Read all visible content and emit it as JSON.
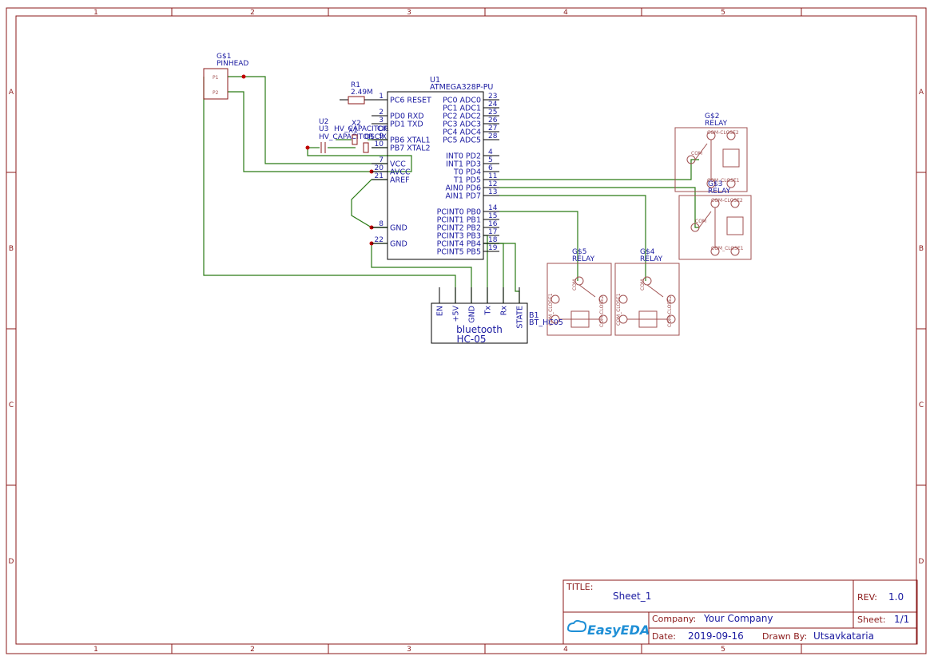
{
  "frame": {
    "columns": [
      "1",
      "2",
      "3",
      "4",
      "5"
    ],
    "rows": [
      "A",
      "B",
      "C",
      "D"
    ]
  },
  "components": {
    "g1": {
      "ref": "G$1",
      "value": "PINHEAD",
      "pins": [
        "P1",
        "P2"
      ]
    },
    "r1": {
      "ref": "R1",
      "value": "2.49M"
    },
    "u2": {
      "ref": "U2",
      "value": "HV_CAPACITOR"
    },
    "u3": {
      "ref": "U3",
      "value": "HV_CAPACITOR"
    },
    "x2": {
      "ref": "X2",
      "value": "CX"
    },
    "x1": {
      "ref": "X1",
      "value": "OSCIX"
    },
    "u1": {
      "ref": "U1",
      "value": "ATMEGA328P-PU",
      "left_pins": [
        {
          "num": "1",
          "name": "PC6 RESET"
        },
        {
          "num": "2",
          "name": "PD0 RXD"
        },
        {
          "num": "3",
          "name": "PD1 TXD"
        },
        {
          "num": "9",
          "name": "PB6 XTAL1"
        },
        {
          "num": "10",
          "name": "PB7 XTAL2"
        },
        {
          "num": "7",
          "name": "VCC"
        },
        {
          "num": "20",
          "name": "AVCC"
        },
        {
          "num": "21",
          "name": "AREF"
        },
        {
          "num": "8",
          "name": "GND"
        },
        {
          "num": "22",
          "name": "GND"
        }
      ],
      "right_pins": [
        {
          "num": "23",
          "name": "PC0 ADC0"
        },
        {
          "num": "24",
          "name": "PC1 ADC1"
        },
        {
          "num": "25",
          "name": "PC2 ADC2"
        },
        {
          "num": "26",
          "name": "PC3 ADC3"
        },
        {
          "num": "27",
          "name": "PC4 ADC4"
        },
        {
          "num": "28",
          "name": "PC5 ADC5"
        },
        {
          "num": "4",
          "name": "INT0 PD2"
        },
        {
          "num": "5",
          "name": "INT1 PD3"
        },
        {
          "num": "6",
          "name": "T0 PD4"
        },
        {
          "num": "11",
          "name": "T1 PD5"
        },
        {
          "num": "12",
          "name": "AIN0 PD6"
        },
        {
          "num": "13",
          "name": "AIN1 PD7"
        },
        {
          "num": "14",
          "name": "PCINT0 PB0"
        },
        {
          "num": "15",
          "name": "PCINT1 PB1"
        },
        {
          "num": "16",
          "name": "PCINT2 PB2"
        },
        {
          "num": "17",
          "name": "PCINT3 PB3"
        },
        {
          "num": "18",
          "name": "PCINT4 PB4"
        },
        {
          "num": "19",
          "name": "PCINT5 PB5"
        }
      ]
    },
    "relays": [
      {
        "ref": "G$2",
        "value": "RELAY",
        "label_com": "COM",
        "label_nc": "COM-CLOSE2",
        "label_no": "COM_CLOSE1"
      },
      {
        "ref": "G$3",
        "value": "RELAY",
        "label_com": "COM",
        "label_nc": "COM-CLOSE2",
        "label_no": "COM_CLOSE1"
      },
      {
        "ref": "G$5",
        "value": "RELAY",
        "label_com": "COM",
        "label_nc": "COM_CLOSE1",
        "label_no": "COM-CLOSE2"
      },
      {
        "ref": "G$4",
        "value": "RELAY",
        "label_com": "COM",
        "label_nc": "COM_CLOSE1",
        "label_no": "COM-CLOSE2"
      }
    ],
    "b1": {
      "ref": "B1",
      "value": "BT_HC05",
      "title": "bluetooth",
      "subtitle": "HC-05",
      "pins": [
        "EN",
        "+5V",
        "GND",
        "Tx",
        "Rx",
        "STATE"
      ]
    }
  },
  "title_block": {
    "title_label": "TITLE:",
    "title": "Sheet_1",
    "rev_label": "REV:",
    "rev": "1.0",
    "company_label": "Company:",
    "company": "Your Company",
    "sheet_label": "Sheet:",
    "sheet": "1/1",
    "date_label": "Date:",
    "date": "2019-09-16",
    "drawn_label": "Drawn By:",
    "drawn": "Utsavkataria",
    "logo": "EasyEDA"
  },
  "colors": {
    "frame": "#8b1a1a",
    "text": "#1a1aa0",
    "wire": "#2a7a14",
    "junction": "#c00000",
    "relay": "#a05050",
    "logo": "#1f8fd6"
  }
}
